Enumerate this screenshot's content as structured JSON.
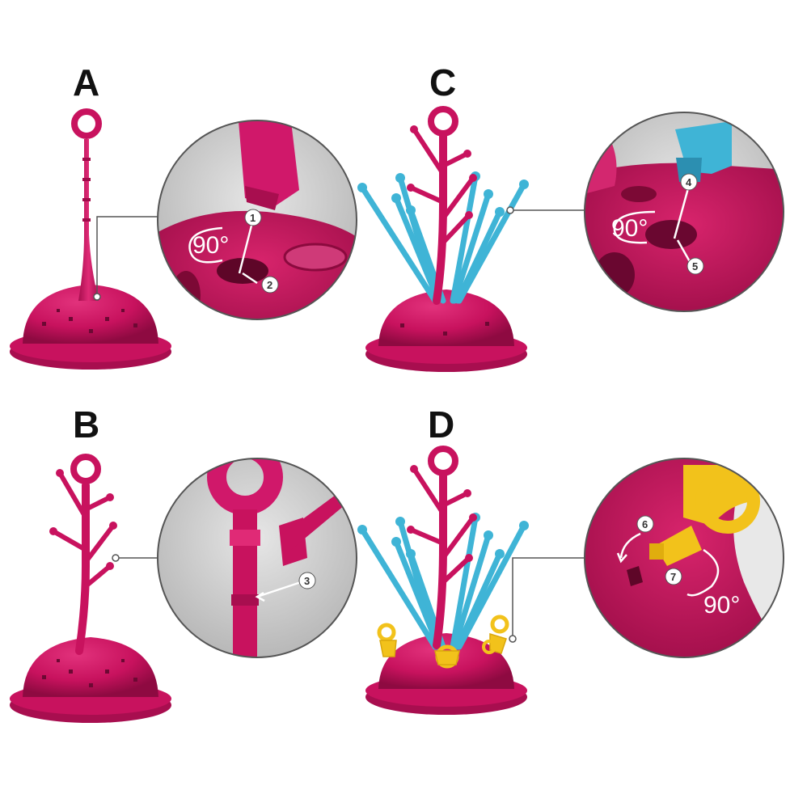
{
  "steps": [
    {
      "letter": "A",
      "rotation": "90°",
      "markers": [
        "1",
        "2"
      ]
    },
    {
      "letter": "B",
      "markers": [
        "3"
      ]
    },
    {
      "letter": "C",
      "rotation": "90°",
      "markers": [
        "4",
        "5"
      ]
    },
    {
      "letter": "D",
      "rotation": "90°",
      "markers": [
        "6",
        "7"
      ]
    }
  ],
  "colors": {
    "rack_magenta": "#c8125e",
    "rack_dark": "#9c0c47",
    "peg_blue": "#3fb4d6",
    "holder_yellow": "#f2c21b",
    "zoom_bg": "#cfcfcf",
    "outline": "#555555"
  },
  "icons": [
    "rotation-arrow-icon",
    "step-number-icon"
  ]
}
